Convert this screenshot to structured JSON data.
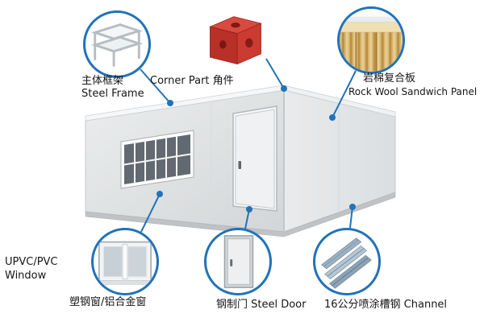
{
  "colors": {
    "accent_blue": "#2272b9",
    "corner_red": "#c9342e",
    "wool_tan": "#d9b670",
    "channel_steel_gray": "#9db2c4",
    "container_gray": "#e4e6e8"
  },
  "icons": {
    "steel_frame_image": "steel-frame-photo",
    "corner_part_image": "red-corner-casting-photo",
    "rock_wool_image": "rock-wool-sandwich-panel-photo",
    "window_image": "upvc-sliding-window-photo",
    "steel_door_image": "steel-door-photo",
    "channel_image": "channel-steel-profiles-photo"
  },
  "callouts": {
    "steel_frame": {
      "label_cn": "主体框架",
      "label_en": "Steel Frame"
    },
    "corner_part": {
      "label": "Corner Part 角件"
    },
    "rock_wool": {
      "label_cn": "岩棉复合板",
      "label_en": "Rock Wool Sandwich Panel"
    },
    "window": {
      "label_line1": "UPVC/PVC",
      "label_line2": "Window",
      "label_cn": "塑钢窗/铝合金窗"
    },
    "steel_door": {
      "label": "钢制门  Steel Door"
    },
    "channel": {
      "label": "16公分喷涂槽钢  Channel"
    }
  }
}
